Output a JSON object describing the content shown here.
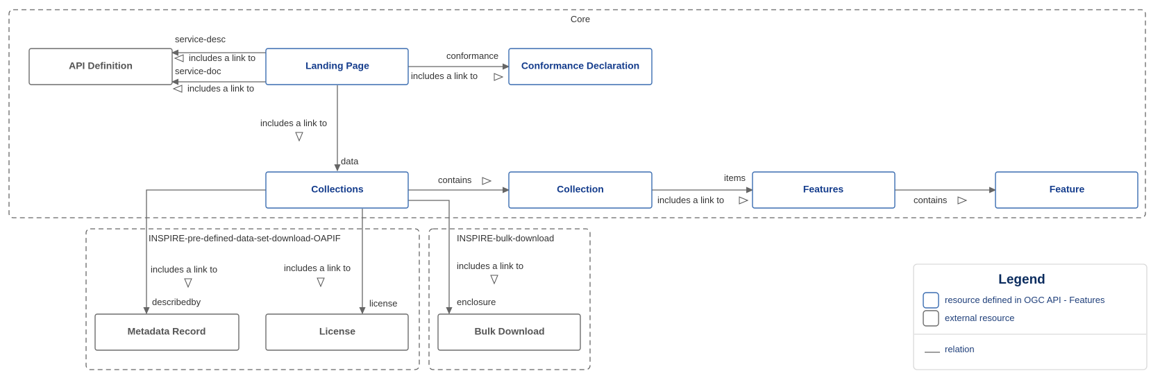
{
  "colors": {
    "ogc_border": "#3a6cb0",
    "ogc_text": "#143c8c",
    "external_border": "#6d6d6d",
    "external_text": "#555555",
    "line": "#666666"
  },
  "groups": {
    "core": "Core",
    "inspire_predefined": "INSPIRE-pre-defined-data-set-download-OAPIF",
    "inspire_bulk": "INSPIRE-bulk-download"
  },
  "nodes": {
    "api_definition": "API Definition",
    "landing_page": "Landing Page",
    "conformance_declaration": "Conformance Declaration",
    "collections": "Collections",
    "collection": "Collection",
    "features": "Features",
    "feature": "Feature",
    "metadata_record": "Metadata Record",
    "license": "License",
    "bulk_download": "Bulk Download"
  },
  "edges": {
    "service_desc": {
      "rel": "service-desc",
      "desc": "includes a link to"
    },
    "service_doc": {
      "rel": "service-doc",
      "desc": "includes a link to"
    },
    "conformance": {
      "rel": "conformance",
      "desc": "includes a link to"
    },
    "data": {
      "rel": "data",
      "desc": "includes a link to"
    },
    "contains_collection": {
      "desc": "contains"
    },
    "items": {
      "rel": "items",
      "desc": "includes a link to"
    },
    "contains_feature": {
      "desc": "contains"
    },
    "describedby": {
      "rel": "describedby",
      "desc": "includes a link to"
    },
    "license": {
      "rel": "license",
      "desc": "includes a link to"
    },
    "enclosure": {
      "rel": "enclosure",
      "desc": "includes a link to"
    }
  },
  "legend": {
    "title": "Legend",
    "ogc_resource": "resource defined in OGC API - Features",
    "external_resource": "external resource",
    "relation": "relation"
  }
}
